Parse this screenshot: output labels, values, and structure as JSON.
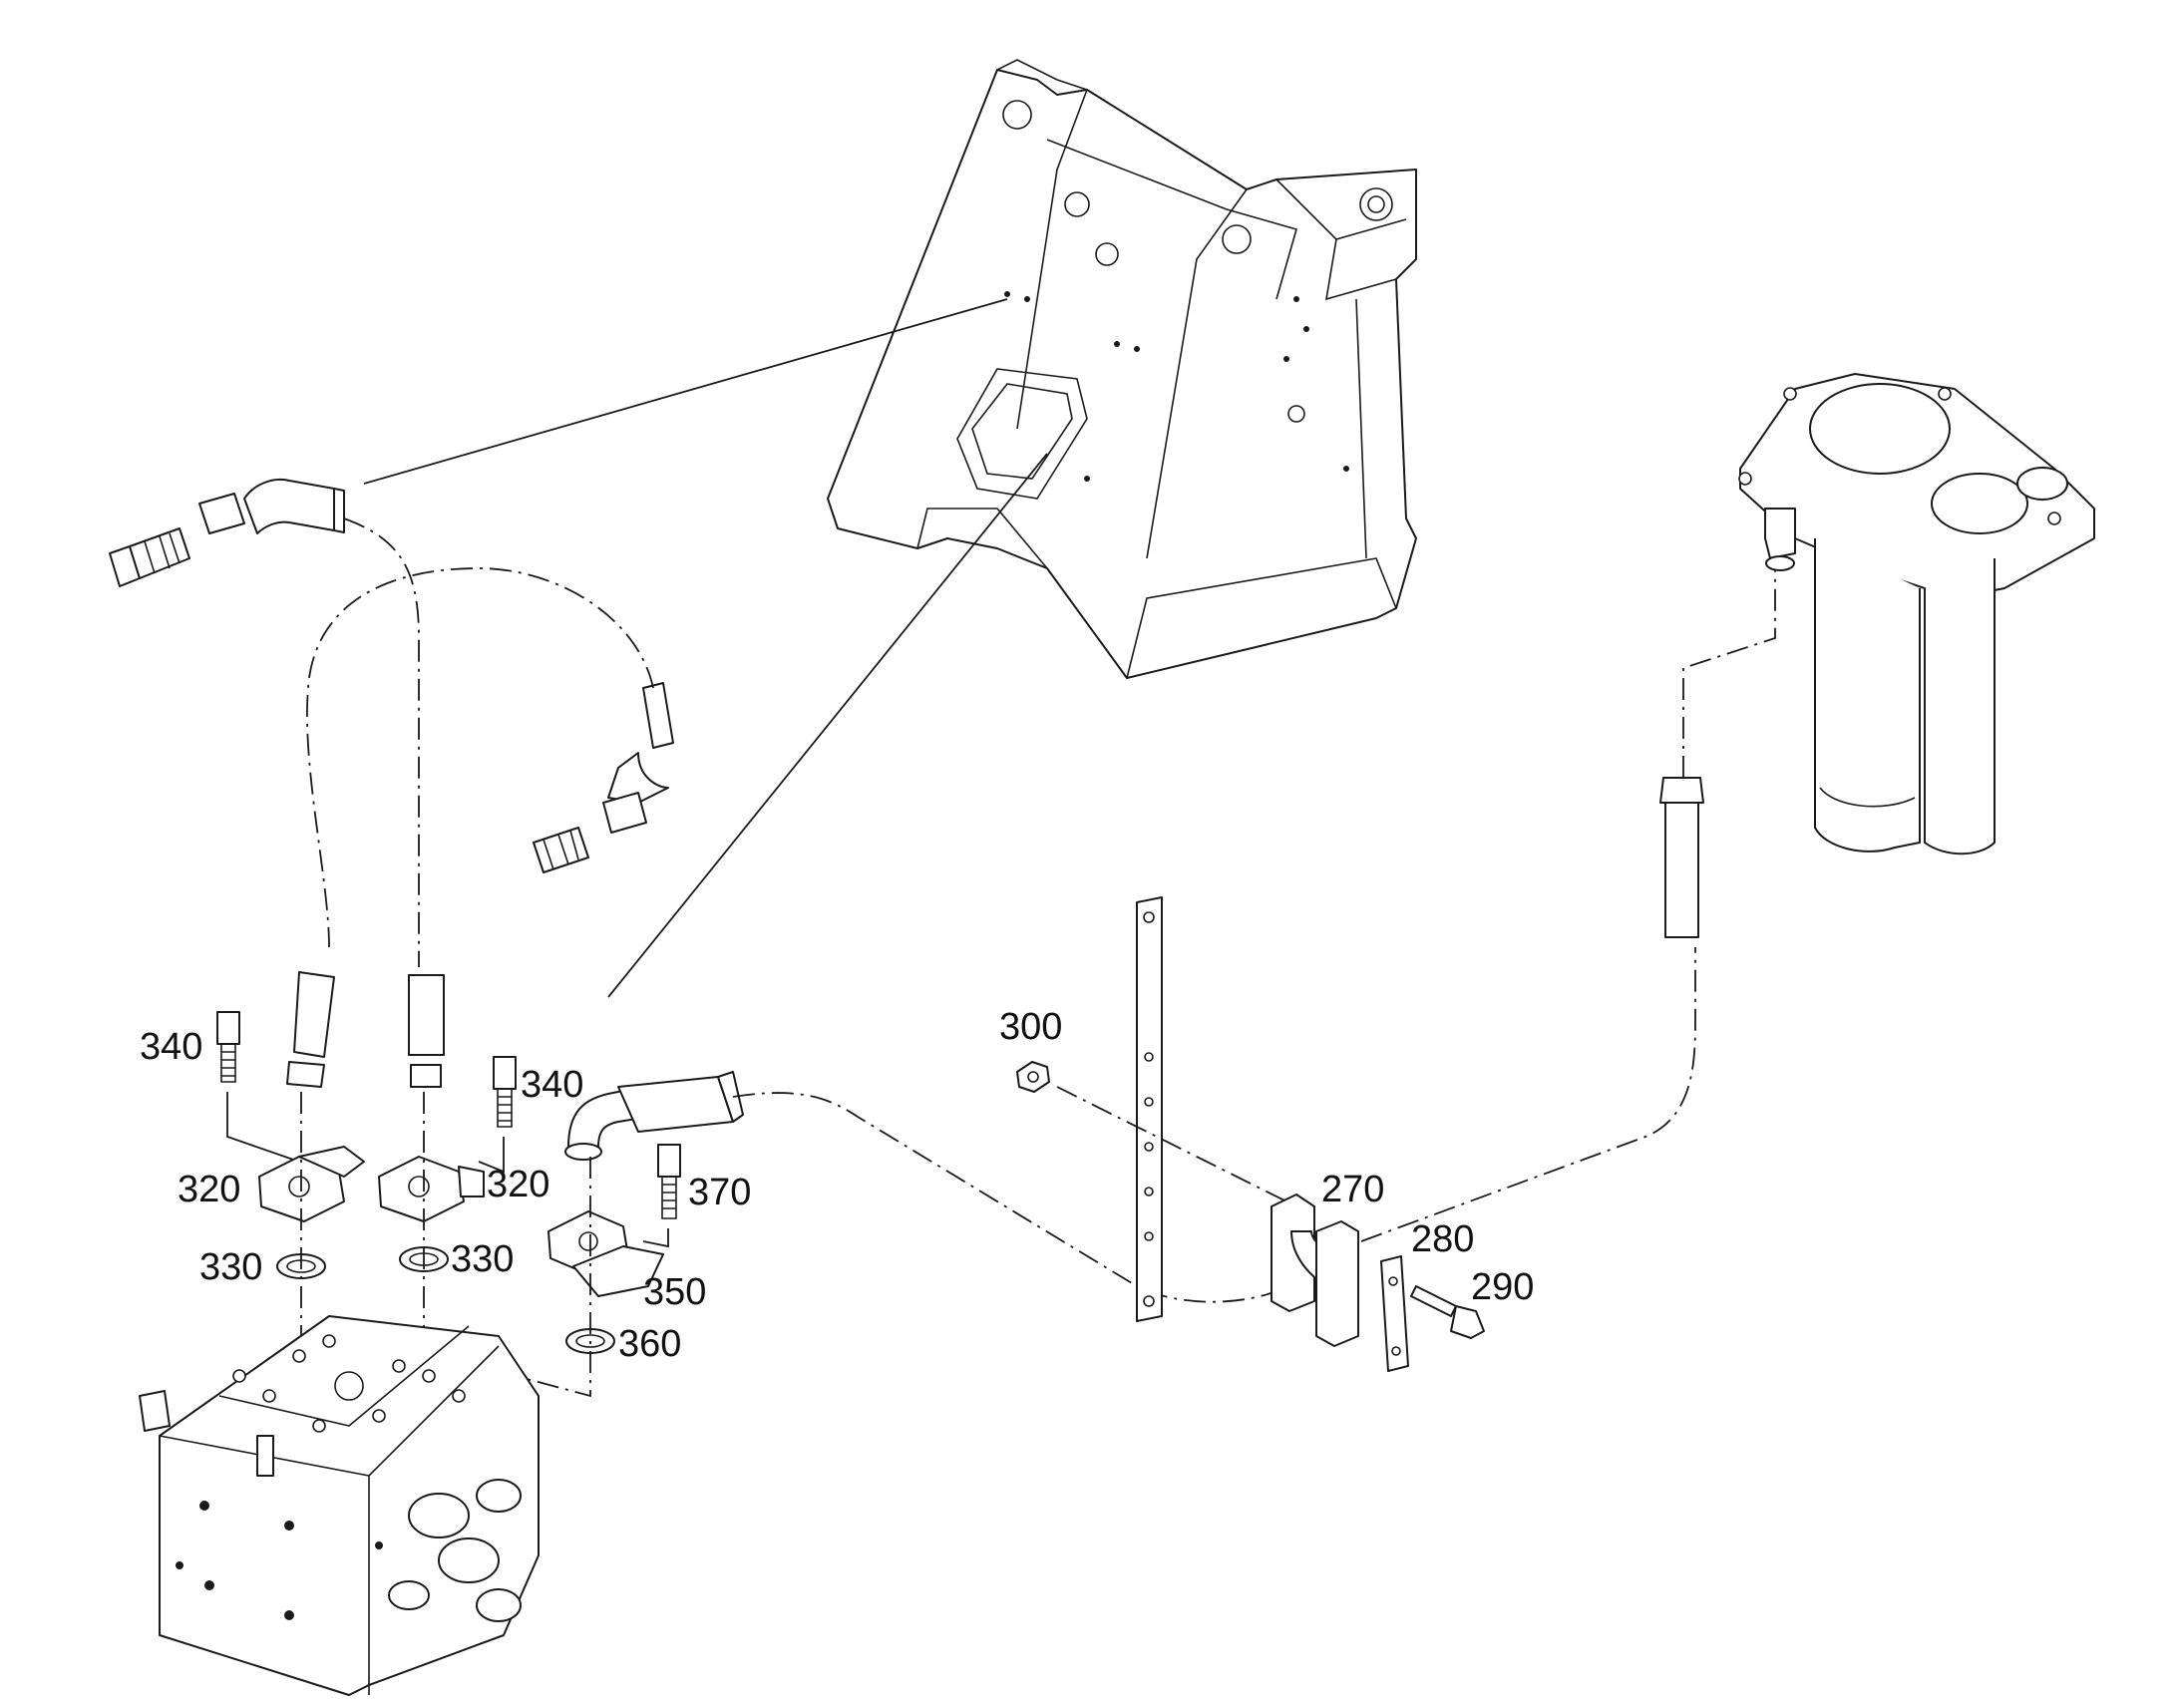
{
  "callouts": [
    {
      "id": "c270",
      "text": "270"
    },
    {
      "id": "c280",
      "text": "280"
    },
    {
      "id": "c290",
      "text": "290"
    },
    {
      "id": "c300",
      "text": "300"
    },
    {
      "id": "c320a",
      "text": "320"
    },
    {
      "id": "c320b",
      "text": "320"
    },
    {
      "id": "c330a",
      "text": "330"
    },
    {
      "id": "c330b",
      "text": "330"
    },
    {
      "id": "c340a",
      "text": "340"
    },
    {
      "id": "c340b",
      "text": "340"
    },
    {
      "id": "c350",
      "text": "350"
    },
    {
      "id": "c360",
      "text": "360"
    },
    {
      "id": "c370",
      "text": "370"
    }
  ],
  "colors": {
    "line": "#1a1a1a",
    "background": "#ffffff"
  }
}
